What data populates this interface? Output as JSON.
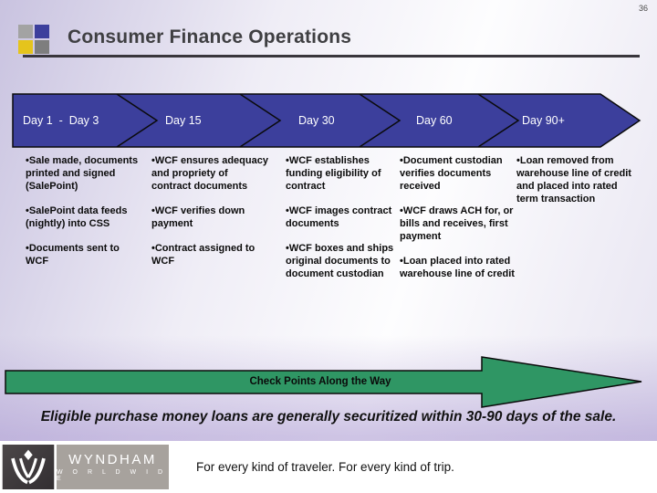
{
  "page_number": "36",
  "title": "Consumer Finance Operations",
  "timeline": {
    "segments": [
      {
        "label": "Day 1  -  Day 3",
        "bullets": [
          "Sale made, documents printed and signed (SalePoint)",
          "SalePoint data feeds (nightly) into CSS",
          "Documents sent to WCF"
        ]
      },
      {
        "label": "Day 15",
        "bullets": [
          "WCF ensures adequacy and propriety of contract documents",
          "WCF verifies down payment",
          "Contract assigned to WCF"
        ]
      },
      {
        "label": "Day 30",
        "bullets": [
          "WCF establishes funding eligibility of contract",
          "WCF images contract documents",
          "WCF boxes and ships original documents to document custodian"
        ]
      },
      {
        "label": "Day 60",
        "bullets": [
          "Document custodian verifies documents received",
          "WCF draws ACH for, or bills and receives, first payment",
          "Loan placed into rated warehouse line of credit"
        ]
      },
      {
        "label": "Day 90+",
        "bullets": [
          "Loan removed from warehouse line of credit and placed into rated term transaction"
        ]
      }
    ]
  },
  "checkpoint_arrow": {
    "label": "Check Points Along the Way"
  },
  "summary": "Eligible purchase money loans are generally securitized within 30-90 days of the sale.",
  "footer": {
    "brand": "WYNDHAM",
    "brand_sub": "W O R L D W I D E",
    "tagline": "For every kind of traveler. For every kind of trip."
  },
  "colors": {
    "timeline_blue": "#3c3f9c",
    "arrow_green": "#2f9664",
    "title_gray": "#3f3f42",
    "logo_yellow": "#e5c41c",
    "footer_gray": "#a7a29d"
  }
}
